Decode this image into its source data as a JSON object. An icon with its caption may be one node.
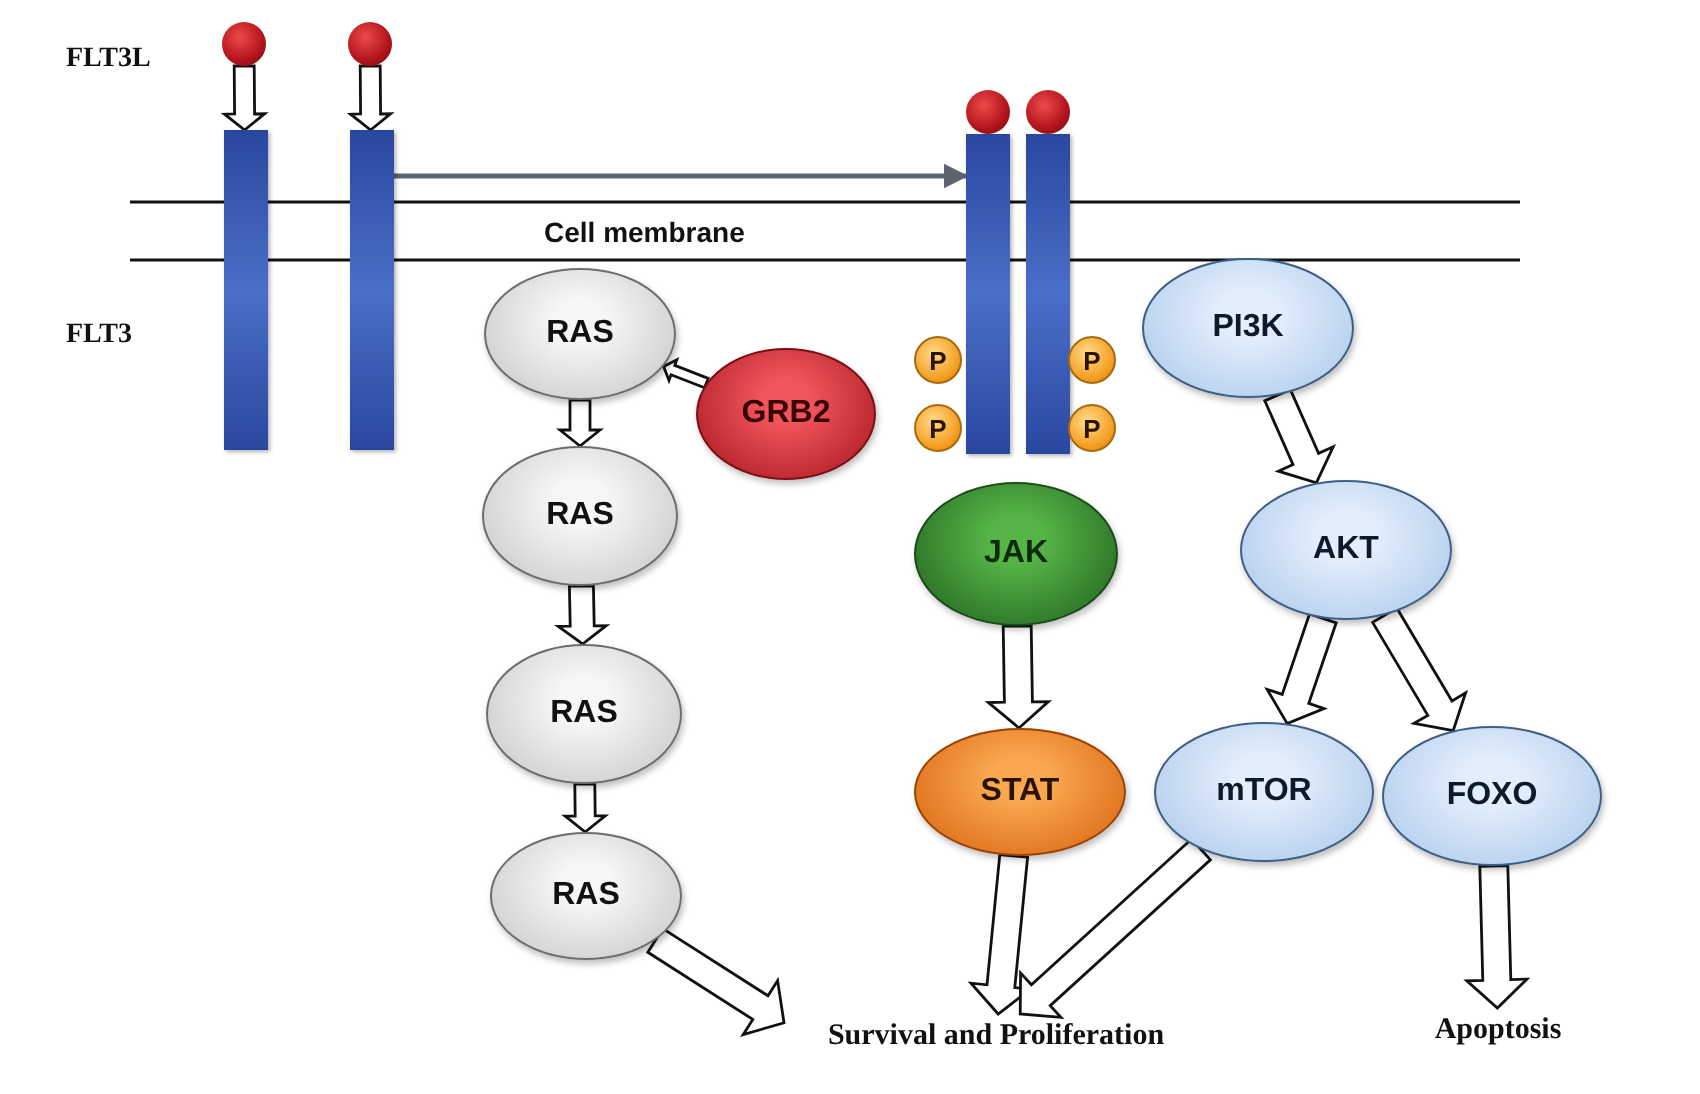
{
  "diagram": {
    "nodes": [
      {
        "text": [],
        "shape": "circle"
      },
      {
        "text": [],
        "shape": "circle"
      },
      {
        "text": [],
        "shape": "bar"
      },
      {
        "text": [],
        "shape": "bar"
      },
      {
        "text": [],
        "shape": "circle"
      },
      {
        "text": [],
        "shape": "circle"
      },
      {
        "text": [],
        "shape": "bar"
      },
      {
        "text": [],
        "shape": "bar"
      },
      {
        "text": [
          "RAS"
        ]
      },
      {
        "text": [
          "GRB2"
        ]
      },
      {
        "text": [
          "P"
        ]
      },
      {
        "text": [
          "P"
        ]
      },
      {
        "text": [
          "P"
        ]
      },
      {
        "text": [
          "P"
        ]
      },
      {
        "text": [
          "PI3K"
        ]
      },
      {
        "text": [
          "RAS"
        ]
      },
      {
        "text": [
          "JAK"
        ]
      },
      {
        "text": [
          "AKT"
        ]
      },
      {
        "text": [
          "RAS"
        ]
      },
      {
        "text": [
          "STAT"
        ]
      },
      {
        "text": [
          "mTOR"
        ]
      },
      {
        "text": [
          "FOXO"
        ]
      },
      {
        "text": [
          "RAS"
        ]
      },
      {
        "text": [
          "Survival and Proliferation"
        ]
      },
      {
        "text": [
          "Apoptosis"
        ]
      }
    ],
    "edges": [
      {
        "from": 0,
        "to": 2,
        "arrow": "to"
      },
      {
        "from": 1,
        "to": 3,
        "arrow": "to"
      },
      {
        "from": 3,
        "to": 6,
        "arrow": "to",
        "color": "#5b6470"
      },
      {
        "from": 9,
        "to": 8,
        "arrow": "to"
      },
      {
        "from": 8,
        "to": 15,
        "arrow": "to"
      },
      {
        "from": 15,
        "to": 18,
        "arrow": "to"
      },
      {
        "from": 18,
        "to": 22,
        "arrow": "to"
      },
      {
        "from": 22,
        "to": 23,
        "arrow": "to"
      },
      {
        "from": 14,
        "to": 17,
        "arrow": "to"
      },
      {
        "from": 17,
        "to": 20,
        "arrow": "to"
      },
      {
        "from": 17,
        "to": 21,
        "arrow": "to"
      },
      {
        "from": 16,
        "to": 19,
        "arrow": "to"
      },
      {
        "from": 19,
        "to": 23,
        "arrow": "to"
      },
      {
        "from": 20,
        "to": 23,
        "arrow": "to"
      },
      {
        "from": 21,
        "to": 24,
        "arrow": "to"
      }
    ],
    "labels": [
      "FLT3L",
      "Cell membrane",
      "FLT3"
    ]
  }
}
